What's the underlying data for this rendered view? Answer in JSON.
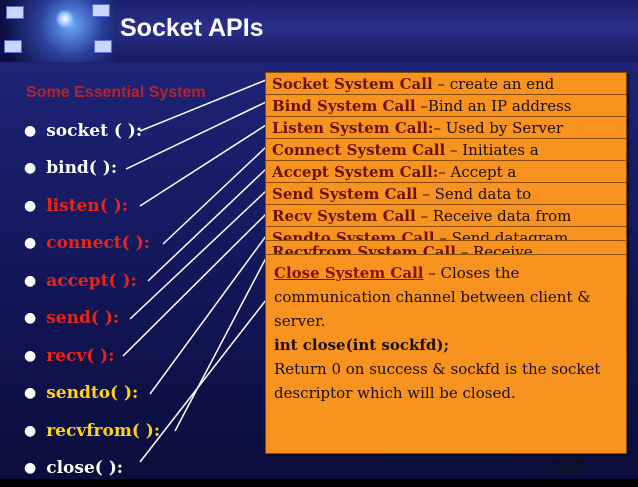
{
  "header": {
    "title": "Socket APIs",
    "image_icon": "network-globe-icon"
  },
  "subtitle": "Some Essential System",
  "apis": [
    {
      "label": "socket ( ):",
      "color": "#ffffff"
    },
    {
      "label": "bind( ):",
      "color": "#ffffff"
    },
    {
      "label": "listen( ):",
      "color": "#e8251d"
    },
    {
      "label": "connect( ):",
      "color": "#e8251d"
    },
    {
      "label": "accept( ):",
      "color": "#e8251d"
    },
    {
      "label": "send( ):",
      "color": "#e8251d"
    },
    {
      "label": "recv( ):",
      "color": "#e8251d"
    },
    {
      "label": "sendto( ):",
      "color": "#ffd21a"
    },
    {
      "label": "recvfrom( ):",
      "color": "#ffd21a"
    },
    {
      "label": "close( ):",
      "color": "#ffffff"
    }
  ],
  "cards": [
    {
      "title": "Socket System Call",
      "text": " – create an end"
    },
    {
      "title": "Bind System Call",
      "text": " –Bind an IP address"
    },
    {
      "title": "Listen System Call:",
      "text": "– Used by Server"
    },
    {
      "title": "Connect System Call",
      "text": " – Initiates a"
    },
    {
      "title": "Accept System Call:",
      "text": "– Accept a"
    },
    {
      "title": "Send System Call",
      "text": " – Send data to"
    },
    {
      "title": "Recv System Call",
      "text": " – Receive data from"
    },
    {
      "title": "Sendto System Call",
      "text": " – Send datagram"
    },
    {
      "title": "Recvfrom System Call",
      "text": " – Receive"
    }
  ],
  "detail": {
    "title": "Close System Call",
    "description": " – Closes the communication channel between client & server.",
    "prototype": "int close(int sockfd);",
    "returns": "Return 0 on success & sockfd is the socket descriptor which will be closed."
  },
  "page_number": "7/11",
  "colors": {
    "card_bg": "#f7931e",
    "banner": "#1b1f70",
    "accent_red": "#e8251d",
    "accent_yellow": "#ffd21a"
  }
}
